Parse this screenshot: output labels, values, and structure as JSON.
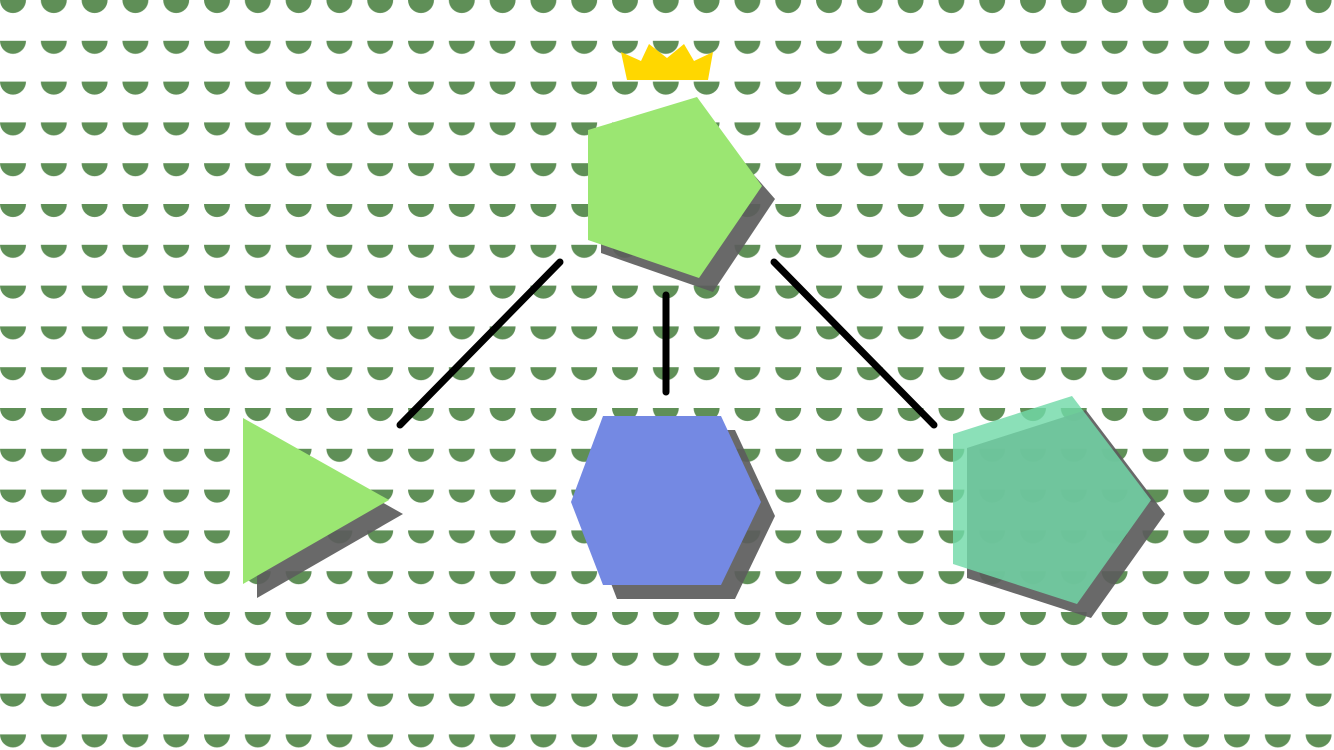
{
  "scene": {
    "background_color": "#ffffff",
    "dot_color": "#5f8f57",
    "shadow_color": "#5c5c5c",
    "connector_color": "#000000",
    "leader": {
      "shape": "pentagon",
      "color": "#9be672",
      "crown_icon": "crown-icon",
      "crown_color": "#ffd700"
    },
    "children": [
      {
        "id": "triangle",
        "shape": "triangle",
        "color": "#9be672"
      },
      {
        "id": "hexagon",
        "shape": "hexagon",
        "color": "#7489e3"
      },
      {
        "id": "pentagon",
        "shape": "pentagon",
        "color": "#72d9a8",
        "translucent": true
      }
    ]
  }
}
